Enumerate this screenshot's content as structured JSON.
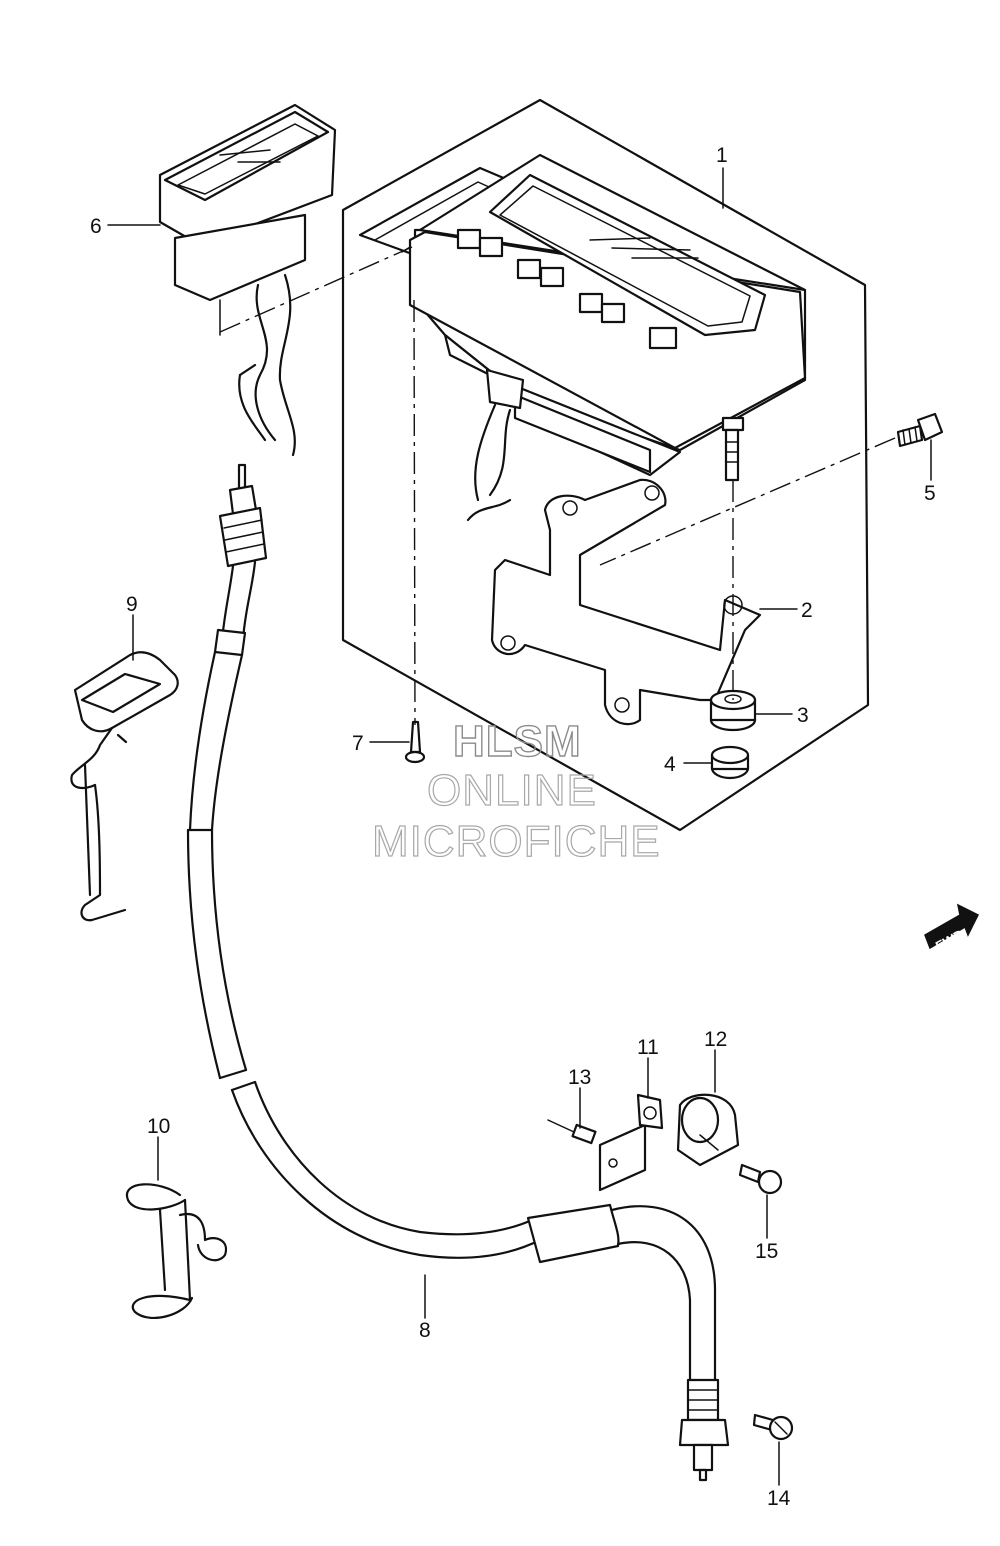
{
  "diagram": {
    "callouts": [
      "1",
      "2",
      "3",
      "4",
      "5",
      "6",
      "7",
      "8",
      "9",
      "10",
      "11",
      "12",
      "13",
      "14",
      "15"
    ],
    "direction_badge": "FWD",
    "watermark": {
      "line1": "HLSM",
      "line2": "ONLINE",
      "line3": "MICROFICHE"
    }
  }
}
